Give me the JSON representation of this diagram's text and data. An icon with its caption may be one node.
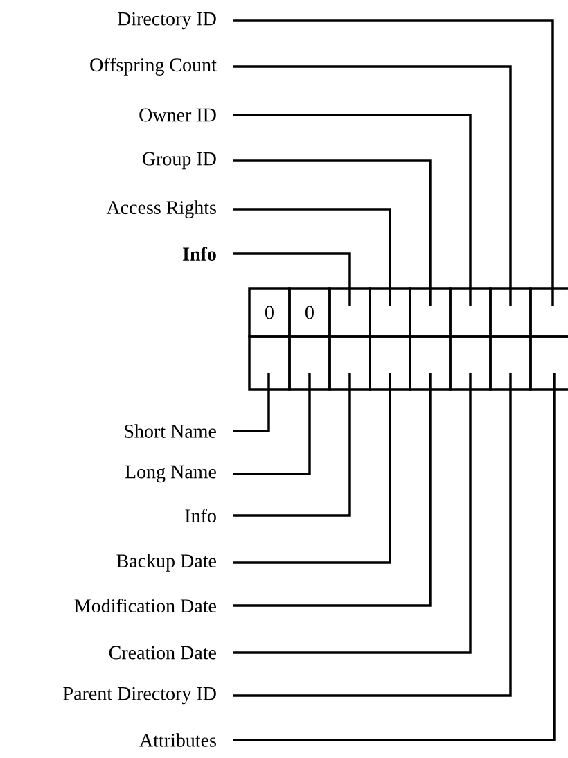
{
  "diagram": {
    "nodes": [
      {
        "text": [
          "Directory ID"
        ]
      },
      {
        "text": [
          "Offspring Count"
        ]
      },
      {
        "text": [
          "Owner ID"
        ]
      },
      {
        "text": [
          "Group ID"
        ]
      },
      {
        "text": [
          "Access Rights"
        ]
      },
      {
        "text": [
          "Info"
        ]
      },
      {
        "text": [
          "0"
        ]
      },
      {
        "text": [
          "0"
        ]
      },
      {
        "text": [],
        "shape": "box"
      },
      {
        "text": [],
        "shape": "box"
      },
      {
        "text": [],
        "shape": "box"
      },
      {
        "text": [],
        "shape": "box"
      },
      {
        "text": [],
        "shape": "box"
      },
      {
        "text": [],
        "shape": "box"
      },
      {
        "text": [],
        "shape": "box"
      },
      {
        "text": [],
        "shape": "box"
      },
      {
        "text": [],
        "shape": "box"
      },
      {
        "text": [],
        "shape": "box"
      },
      {
        "text": [],
        "shape": "box"
      },
      {
        "text": [],
        "shape": "box"
      },
      {
        "text": [],
        "shape": "box"
      },
      {
        "text": [],
        "shape": "box"
      },
      {
        "text": [
          "Short Name"
        ]
      },
      {
        "text": [
          "Long Name"
        ]
      },
      {
        "text": [
          "Info"
        ]
      },
      {
        "text": [
          "Backup Date"
        ]
      },
      {
        "text": [
          "Modification Date"
        ]
      },
      {
        "text": [
          "Creation Date"
        ]
      },
      {
        "text": [
          "Parent Directory ID"
        ]
      },
      {
        "text": [
          "Attributes"
        ]
      }
    ],
    "edges": [
      {
        "from": 0,
        "to": 13,
        "arrow": "none"
      },
      {
        "from": 1,
        "to": 12,
        "arrow": "none"
      },
      {
        "from": 2,
        "to": 11,
        "arrow": "none"
      },
      {
        "from": 3,
        "to": 10,
        "arrow": "none"
      },
      {
        "from": 4,
        "to": 9,
        "arrow": "none"
      },
      {
        "from": 5,
        "to": 8,
        "arrow": "none"
      },
      {
        "from": 22,
        "to": 14,
        "arrow": "none"
      },
      {
        "from": 23,
        "to": 15,
        "arrow": "none"
      },
      {
        "from": 24,
        "to": 16,
        "arrow": "none"
      },
      {
        "from": 25,
        "to": 17,
        "arrow": "none"
      },
      {
        "from": 26,
        "to": 18,
        "arrow": "none"
      },
      {
        "from": 27,
        "to": 19,
        "arrow": "none"
      },
      {
        "from": 28,
        "to": 20,
        "arrow": "none"
      },
      {
        "from": 29,
        "to": 21,
        "arrow": "none"
      }
    ]
  }
}
